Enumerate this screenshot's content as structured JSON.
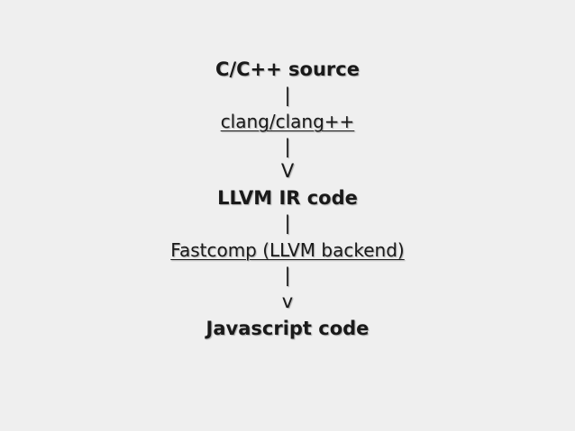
{
  "flow": {
    "step1": "C/C++ source",
    "pipe1": "|",
    "step2": "clang/clang++",
    "pipe2": "|",
    "arrow1": "V",
    "step3": "LLVM IR code",
    "pipe3": "|",
    "step4": "Fastcomp (LLVM backend)",
    "pipe4": "|",
    "arrow2": "v",
    "step5": "Javascript code"
  }
}
